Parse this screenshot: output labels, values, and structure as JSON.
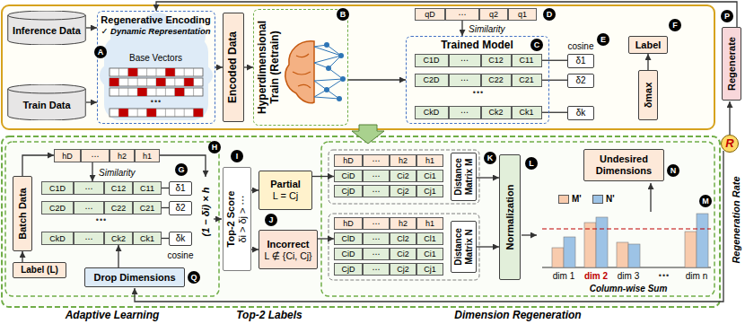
{
  "diagram": {
    "nodes": [
      {
        "text": [
          "Inference Data"
        ]
      },
      {
        "text": [
          "Train Data"
        ]
      },
      {
        "text": [
          "Regenerative Encoding",
          "✓ Dynamic Representation",
          "Base Vectors"
        ]
      },
      {
        "text": [
          "Encoded Data"
        ]
      },
      {
        "text": [
          "Hyperdimensional Train (Retrain)"
        ]
      },
      {
        "text": [
          "qD"
        ]
      },
      {
        "text": [
          "⋯"
        ]
      },
      {
        "text": [
          "q2"
        ]
      },
      {
        "text": [
          "q1"
        ]
      },
      {
        "text": [
          "Trained Model"
        ]
      },
      {
        "text": [
          "C1D"
        ],
        "in": 9
      },
      {
        "text": [
          "⋯"
        ],
        "in": 9
      },
      {
        "text": [
          "C12"
        ],
        "in": 9
      },
      {
        "text": [
          "C11"
        ],
        "in": 9
      },
      {
        "text": [
          "C2D"
        ],
        "in": 9
      },
      {
        "text": [
          "⋯"
        ],
        "in": 9
      },
      {
        "text": [
          "C22"
        ],
        "in": 9
      },
      {
        "text": [
          "C21"
        ],
        "in": 9
      },
      {
        "text": [
          "CkD"
        ],
        "in": 9
      },
      {
        "text": [
          "⋯"
        ],
        "in": 9
      },
      {
        "text": [
          "Ck2"
        ],
        "in": 9
      },
      {
        "text": [
          "Ck1"
        ],
        "in": 9
      },
      {
        "text": [
          "δ1"
        ]
      },
      {
        "text": [
          "δ2"
        ]
      },
      {
        "text": [
          "δk"
        ]
      },
      {
        "text": [
          "Label"
        ]
      },
      {
        "text": [
          "δmax"
        ]
      },
      {
        "text": [
          "Regenerate"
        ]
      },
      {
        "text": [
          "hD"
        ]
      },
      {
        "text": [
          "⋯"
        ]
      },
      {
        "text": [
          "h2"
        ]
      },
      {
        "text": [
          "h1"
        ]
      },
      {
        "text": [
          "Batch Data"
        ]
      },
      {
        "text": [
          "C1D"
        ]
      },
      {
        "text": [
          "⋯"
        ]
      },
      {
        "text": [
          "C12"
        ]
      },
      {
        "text": [
          "C11"
        ]
      },
      {
        "text": [
          "C2D"
        ]
      },
      {
        "text": [
          "⋯"
        ]
      },
      {
        "text": [
          "C22"
        ]
      },
      {
        "text": [
          "C21"
        ]
      },
      {
        "text": [
          "CkD"
        ]
      },
      {
        "text": [
          "⋯"
        ]
      },
      {
        "text": [
          "Ck2"
        ]
      },
      {
        "text": [
          "Ck1"
        ]
      },
      {
        "text": [
          "δ1"
        ]
      },
      {
        "text": [
          "δ2"
        ]
      },
      {
        "text": [
          "δk"
        ]
      },
      {
        "text": [
          "Label (L)"
        ]
      },
      {
        "text": [
          "Drop Dimensions"
        ]
      },
      {
        "text": [
          "Top-2 Score",
          "δi > δj > ⋯"
        ]
      },
      {
        "text": [
          "Partial",
          "L = Cj"
        ]
      },
      {
        "text": [
          "Incorrect",
          "L ∉ {Ci, Cj}"
        ]
      },
      {
        "text": [
          "hD"
        ]
      },
      {
        "text": [
          "⋯"
        ]
      },
      {
        "text": [
          "h2"
        ]
      },
      {
        "text": [
          "h1"
        ]
      },
      {
        "text": [
          "CiD"
        ]
      },
      {
        "text": [
          "⋯"
        ]
      },
      {
        "text": [
          "Ci2"
        ]
      },
      {
        "text": [
          "Ci1"
        ]
      },
      {
        "text": [
          "CjD"
        ]
      },
      {
        "text": [
          "⋯"
        ]
      },
      {
        "text": [
          "Cj2"
        ]
      },
      {
        "text": [
          "Cj1"
        ]
      },
      {
        "text": [
          "Distance Matrix M"
        ]
      },
      {
        "text": [
          "hD"
        ]
      },
      {
        "text": [
          "⋯"
        ]
      },
      {
        "text": [
          "h2"
        ]
      },
      {
        "text": [
          "h1"
        ]
      },
      {
        "text": [
          "ClD"
        ]
      },
      {
        "text": [
          "⋯"
        ]
      },
      {
        "text": [
          "Cl2"
        ]
      },
      {
        "text": [
          "Cl1"
        ]
      },
      {
        "text": [
          "CiD"
        ]
      },
      {
        "text": [
          "⋯"
        ]
      },
      {
        "text": [
          "Ci2"
        ]
      },
      {
        "text": [
          "Ci1"
        ]
      },
      {
        "text": [
          "CjD"
        ]
      },
      {
        "text": [
          "⋯"
        ]
      },
      {
        "text": [
          "Cj2"
        ]
      },
      {
        "text": [
          "Cj1"
        ]
      },
      {
        "text": [
          "Distance Matrix N"
        ]
      },
      {
        "text": [
          "Normalization"
        ]
      },
      {
        "text": [
          "Undesired Dimensions"
        ]
      }
    ],
    "edges": [
      {
        "from": 0,
        "to": 2,
        "arrow": "to"
      },
      {
        "from": 1,
        "to": 2,
        "arrow": "to"
      },
      {
        "from": 2,
        "to": 3,
        "arrow": "to"
      },
      {
        "from": 3,
        "to": 4,
        "arrow": "to"
      },
      {
        "from": 4,
        "to": 9,
        "arrow": "to"
      },
      {
        "from": 6,
        "to": 9,
        "arrow": "to",
        "label": "Similarity"
      },
      {
        "from": 13,
        "to": 22,
        "arrow": "none"
      },
      {
        "from": 17,
        "to": 23,
        "arrow": "none"
      },
      {
        "from": 21,
        "to": 24,
        "arrow": "none"
      },
      {
        "from": 26,
        "to": 25,
        "arrow": "to"
      },
      {
        "from": 27,
        "to": 2,
        "arrow": "to"
      },
      {
        "from": 32,
        "to": 28,
        "arrow": "to"
      },
      {
        "from": 29,
        "to": 34,
        "arrow": "to",
        "label": "Similarity"
      },
      {
        "from": 36,
        "to": 45,
        "arrow": "none"
      },
      {
        "from": 40,
        "to": 46,
        "arrow": "none"
      },
      {
        "from": 44,
        "to": 47,
        "arrow": "none"
      },
      {
        "from": 48,
        "to": 32,
        "arrow": "to"
      },
      {
        "from": 49,
        "to": 43,
        "arrow": "to"
      },
      {
        "from": 50,
        "to": 51,
        "arrow": "to"
      },
      {
        "from": 50,
        "to": 52,
        "arrow": "to"
      },
      {
        "from": 51,
        "to": 57,
        "arrow": "to"
      },
      {
        "from": 52,
        "to": 70,
        "arrow": "to"
      },
      {
        "from": 65,
        "to": 83,
        "arrow": "to"
      },
      {
        "from": 82,
        "to": 83,
        "arrow": "to"
      }
    ],
    "labels": [
      "A",
      "B",
      "D",
      "C",
      "•••",
      "cosine",
      "E",
      "F",
      "P",
      "R",
      "Regeneration Rate",
      "G",
      "H",
      "•••",
      "cosine",
      "(1 − δi) × h",
      "Q",
      "I",
      "J",
      "K",
      "L",
      "N",
      "M",
      "dim 1",
      "dim 2",
      "dim 3",
      "•••",
      "dim n",
      "Column-wise Sum",
      "Adaptive Learning",
      "Top-2 Labels",
      "Dimension Regeneration",
      "•••"
    ],
    "legend": [
      {
        "text": "M'",
        "color": "#f8cbad"
      },
      {
        "text": "N'",
        "color": "#9dc3e6"
      }
    ]
  }
}
